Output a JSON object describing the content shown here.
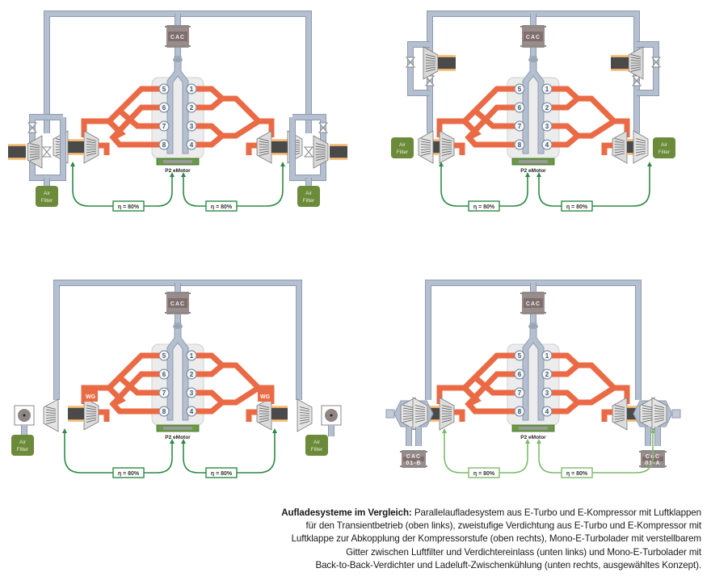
{
  "colors": {
    "intake_pipe": "#b4bfd0",
    "intake_pipe_edge": "#8f9bb0",
    "exhaust_pipe": "#ea6a45",
    "engine_block": "#ececec",
    "cac": "#7e6e6e",
    "air_filter": "#6b8a3a",
    "efficiency_arrow_dark": "#2e8a45",
    "efficiency_arrow_light": "#7dbb6a",
    "motor_orange": "#e8a352"
  },
  "panels": [
    {
      "id": "top-left",
      "concept": "Parallelaufladesystem aus E-Turbo und E-Kompressor mit Luftklappen",
      "cac_label": "CAC",
      "cylinders_left": [
        "5",
        "6",
        "7",
        "8"
      ],
      "cylinders_right": [
        "1",
        "2",
        "3",
        "4"
      ],
      "motor_label": "P2 eMotor",
      "air_filter_label": [
        "Air",
        "Filter"
      ],
      "efficiency_left": "η = 80%",
      "efficiency_right": "η = 80%"
    },
    {
      "id": "top-right",
      "concept": "Zweistufige Verdichtung aus E-Turbo und E-Kompressor",
      "cac_label": "CAC",
      "cylinders_left": [
        "5",
        "6",
        "7",
        "8"
      ],
      "cylinders_right": [
        "1",
        "2",
        "3",
        "4"
      ],
      "motor_label": "P2 eMotor",
      "air_filter_label": [
        "Air",
        "Filter"
      ],
      "efficiency_left": "η = 80%",
      "efficiency_right": "η = 80%"
    },
    {
      "id": "bottom-left",
      "concept": "Mono-E-Turbolader mit verstellbarem Gitter",
      "cac_label": "CAC",
      "cylinders_left": [
        "5",
        "6",
        "7",
        "8"
      ],
      "cylinders_right": [
        "1",
        "2",
        "3",
        "4"
      ],
      "motor_label": "P2 eMotor",
      "air_filter_label": [
        "Air",
        "Filter"
      ],
      "wastegate_label": "WG",
      "efficiency_left": "η = 80%",
      "efficiency_right": "η = 80%"
    },
    {
      "id": "bottom-right",
      "concept": "Mono-E-Turbolader mit Back-to-Back-Verdichter",
      "cac_label": "CAC",
      "cac_small_left": [
        "CAC",
        "01-B"
      ],
      "cac_small_right": [
        "CAC",
        "01-A"
      ],
      "cylinders_left": [
        "5",
        "6",
        "7",
        "8"
      ],
      "cylinders_right": [
        "1",
        "2",
        "3",
        "4"
      ],
      "motor_label": "P2 eMotor",
      "efficiency_left": "η = 80%",
      "efficiency_right": "η = 80%"
    }
  ],
  "caption": {
    "bold": "Aufladesysteme im Vergleich:",
    "lines": [
      " Parallelaufladesystem aus E-Turbo und E-Kompressor mit Luftklappen",
      "für den Transientbetrieb (oben links), zweistufige Verdichtung aus E-Turbo und E-Kompressor mit",
      "Luftklappe zur Abkopplung der Kompressorstufe (oben rechts), Mono-E-Turbolader mit verstellbarem",
      "Gitter zwischen Luftfilter und Verdichtereinlass (unten links) und Mono-E-Turbolader mit",
      "Back-to-Back-Verdichter und Ladeluft-Zwischenkühlung (unten rechts, ausgewähltes Konzept)."
    ]
  }
}
